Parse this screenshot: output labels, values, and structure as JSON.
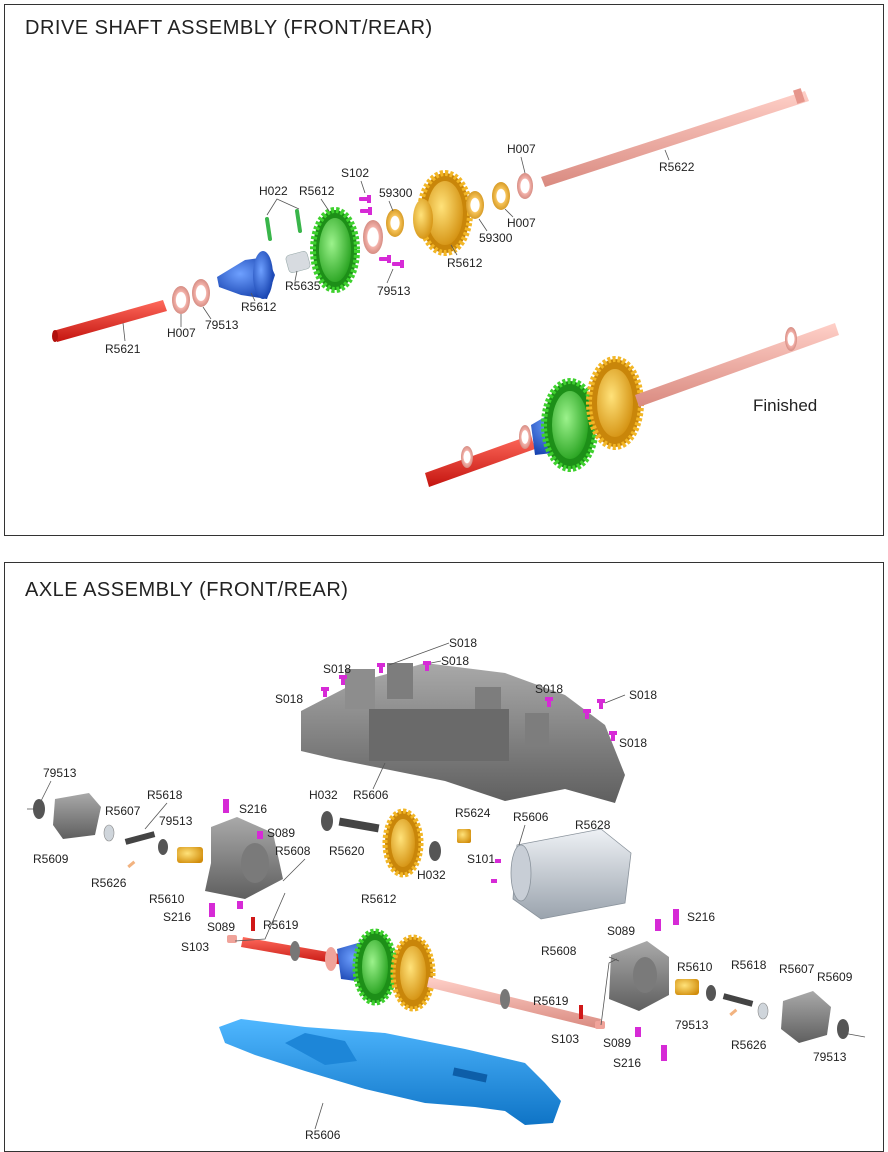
{
  "drive": {
    "title": "DRIVE SHAFT ASSEMBLY (FRONT/REAR)",
    "finished": "Finished",
    "labels": {
      "r5621": "R5621",
      "h007a": "H007",
      "l79513a": "79513",
      "r5612a": "R5612",
      "r5635": "R5635",
      "h022": "H022",
      "r5612b": "R5612",
      "s102": "S102",
      "l79513b": "79513",
      "l59300a": "59300",
      "l59300b": "59300",
      "r5612c": "R5612",
      "h007b": "H007",
      "h007c": "H007",
      "r5622": "R5622"
    }
  },
  "axle": {
    "title": "AXLE ASSEMBLY (FRONT/REAR)",
    "labels": {
      "s018a": "S018",
      "s018b": "S018",
      "s018c": "S018",
      "s018d": "S018",
      "s018e": "S018",
      "s018f": "S018",
      "s018g": "S018",
      "r5606a": "R5606",
      "l79513a": "79513",
      "r5607a": "R5607",
      "r5618a": "R5618",
      "l79513b": "79513",
      "s216a": "S216",
      "s089a": "S089",
      "r5608a": "R5608",
      "r5609a": "R5609",
      "r5626a": "R5626",
      "r5610a": "R5610",
      "s216b": "S216",
      "s089b": "S089",
      "r5619a": "R5619",
      "s103a": "S103",
      "h032a": "H032",
      "r5620": "R5620",
      "r5612": "R5612",
      "h032b": "H032",
      "r5624": "R5624",
      "r5606b": "R5606",
      "r5628": "R5628",
      "s101": "S101",
      "s089c": "S089",
      "s216c": "S216",
      "r5608b": "R5608",
      "r5610b": "R5610",
      "r5618b": "R5618",
      "r5607b": "R5607",
      "r5609b": "R5609",
      "l79513c": "79513",
      "r5626b": "R5626",
      "l79513d": "79513",
      "r5619b": "R5619",
      "s103b": "S103",
      "s089d": "S089",
      "s216d": "S216",
      "r5606c": "R5606"
    }
  },
  "colors": {
    "red": "#e8231f",
    "pink": "#f0a39a",
    "green": "#3ed12e",
    "gold": "#f2b626",
    "blue": "#1f5fd8",
    "magenta": "#d62ad6",
    "gray": "#8a8a8a",
    "lightblue": "#2a9ee8"
  }
}
